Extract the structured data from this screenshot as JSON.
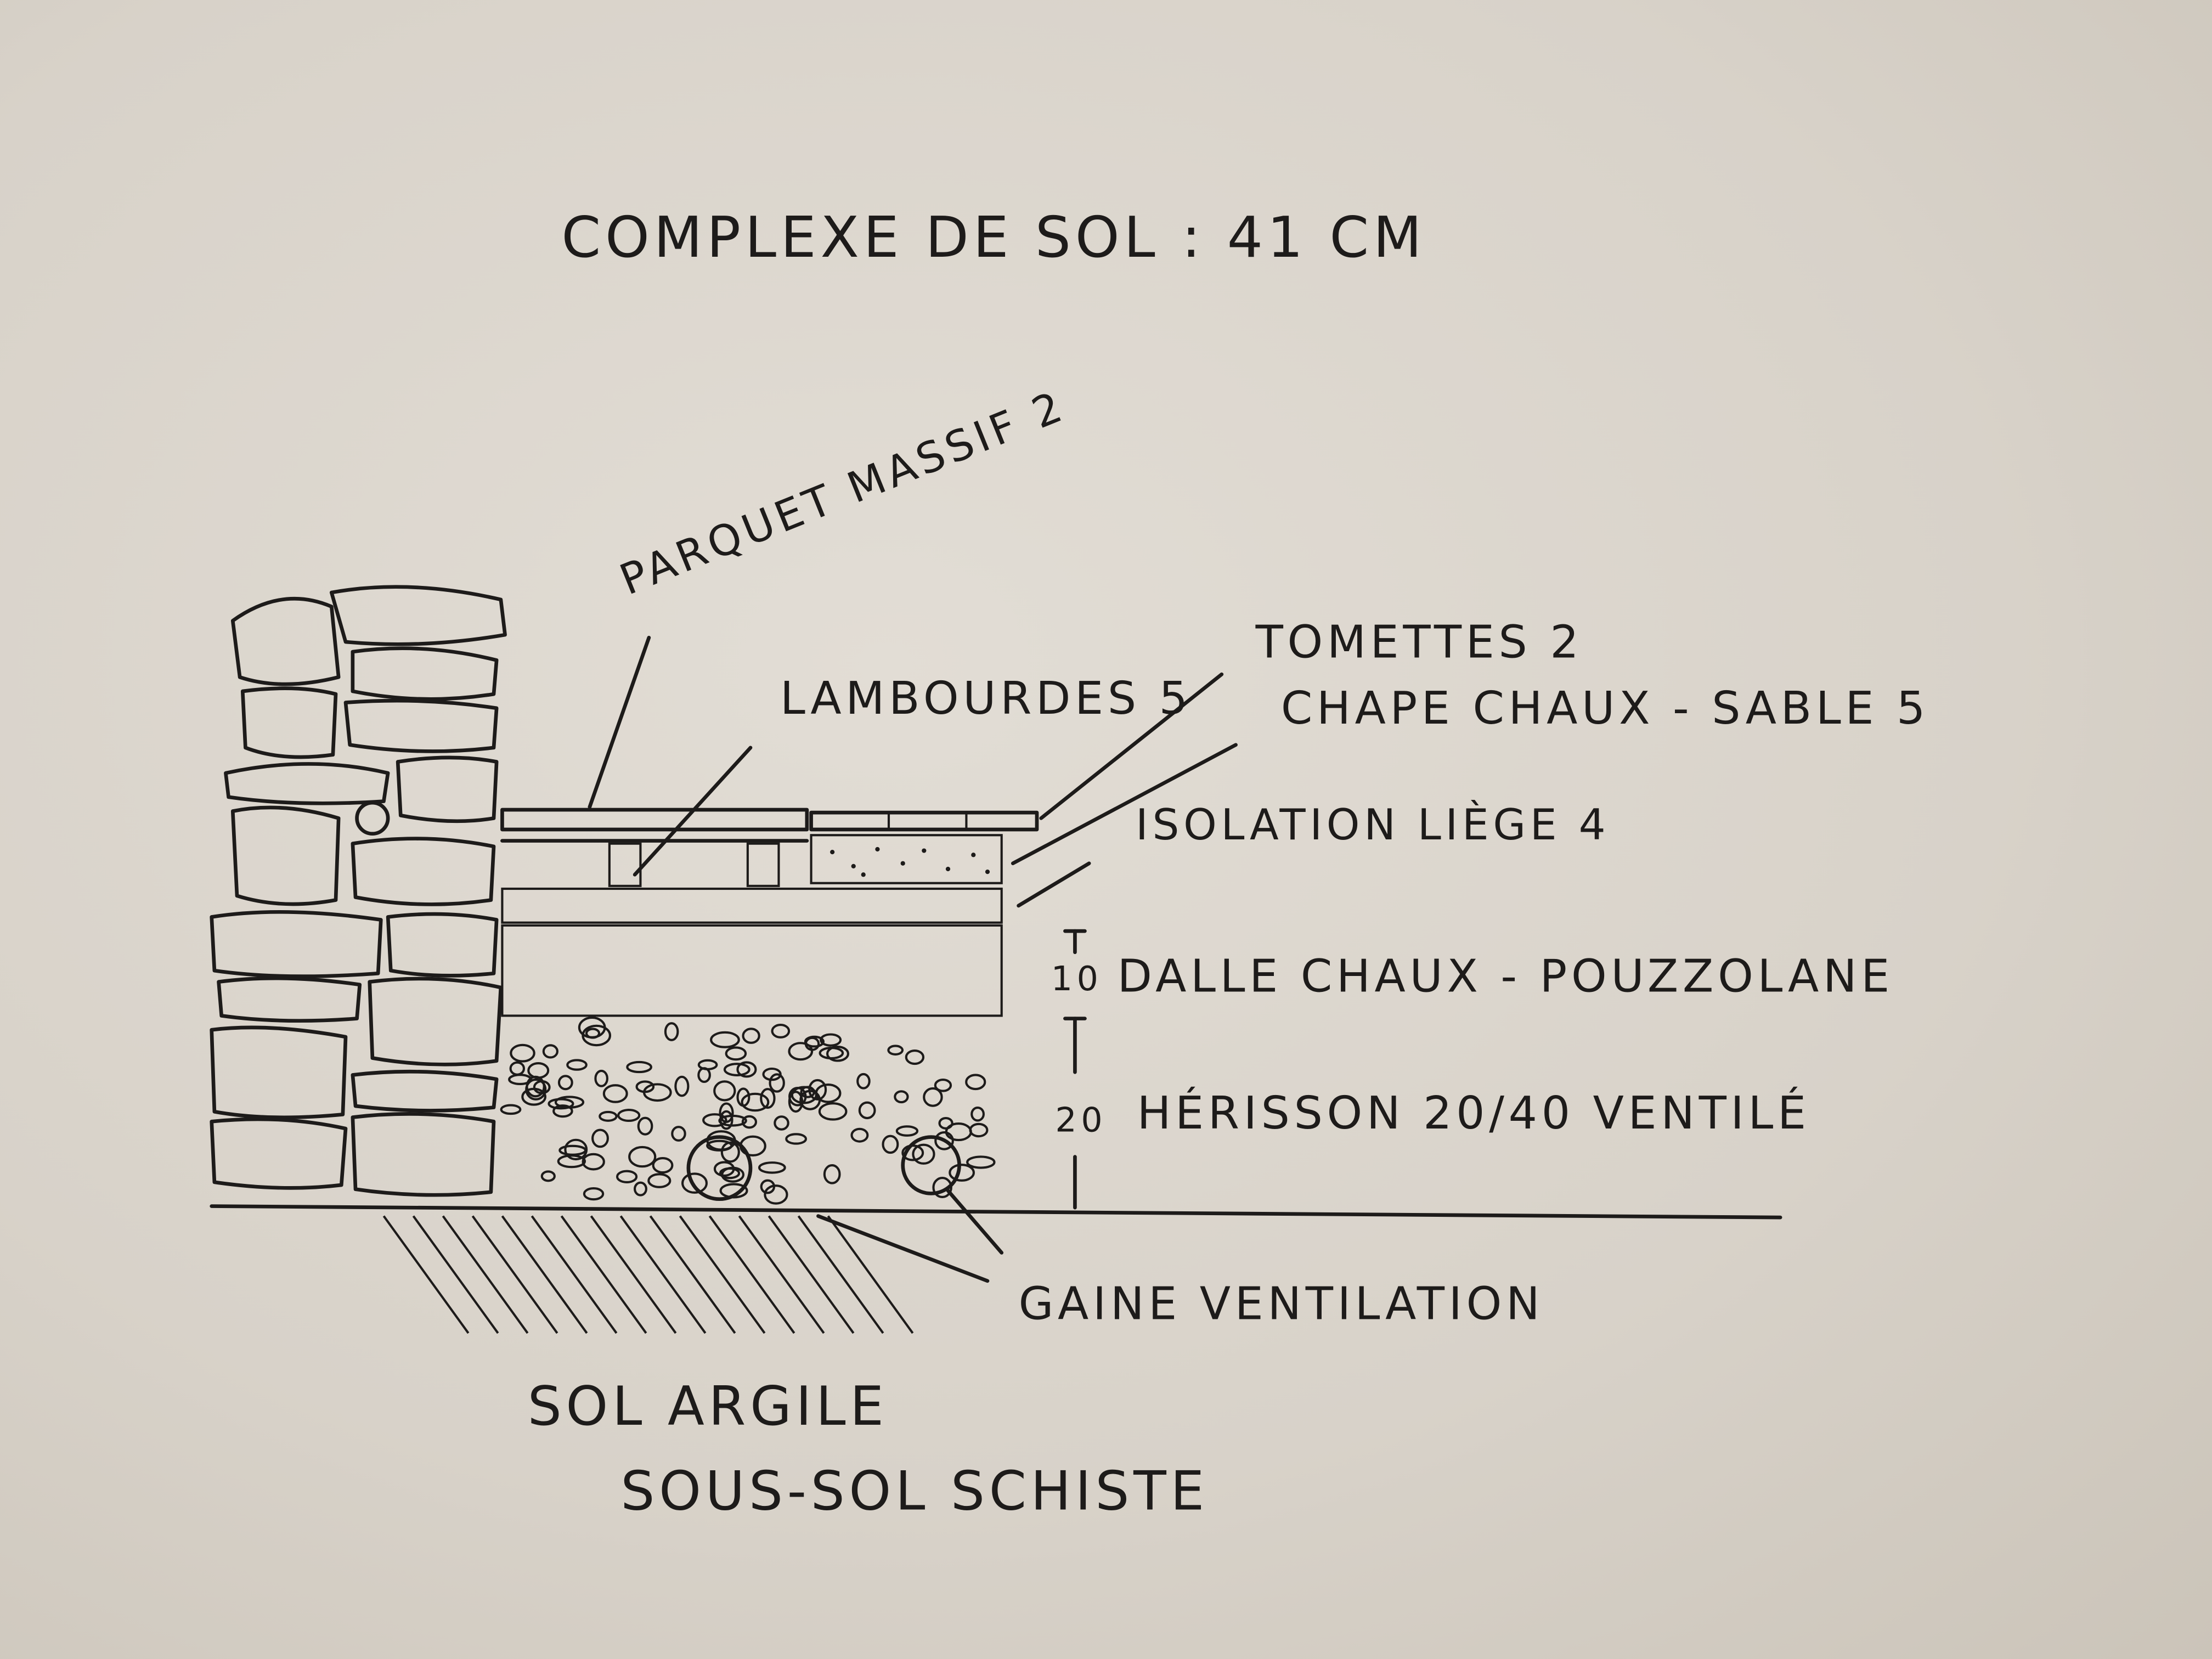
{
  "title": "COMPLEXE DE SOL : 41 CM",
  "layers": {
    "parquet": "PARQUET MASSIF 2",
    "lambourdes": "LAMBOURDES 5",
    "tomettes": "TOMETTES 2",
    "chape": "CHAPE CHAUX - SABLE 5",
    "isolation": "ISOLATION LIÈGE 4",
    "dalle_thickness": "10",
    "dalle": "DALLE CHAUX - POUZZOLANE",
    "herisson_thickness": "20",
    "herisson": "HÉRISSON 20/40 VENTILÉ"
  },
  "gaine": "GAINE VENTILATION",
  "soil": {
    "sol": "SOL ARGILE",
    "sous_sol": "SOUS-SOL SCHISTE"
  }
}
